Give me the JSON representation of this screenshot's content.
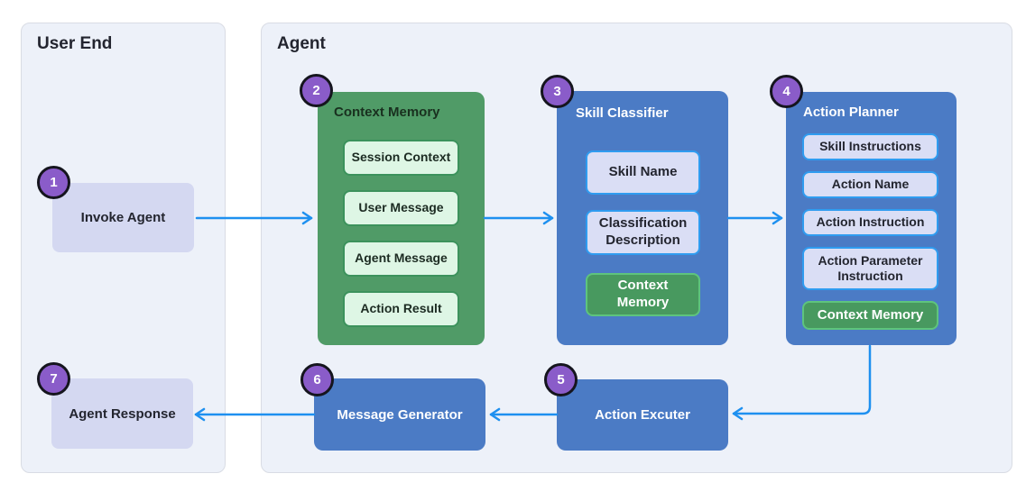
{
  "colors": {
    "page_bg": "#ffffff",
    "panel_bg": "#edf1f9",
    "panel_border": "#d9dce4",
    "lavender_box": "#d4d8f1",
    "green_container": "#509b67",
    "green_item_bg": "#def6e5",
    "green_item_border": "#3c925c",
    "blue_container": "#4b7bc5",
    "blue_item_bg": "#dadef5",
    "blue_item_border": "#2f9cf0",
    "green_button_bg": "#48995f",
    "green_button_border": "#5ec47d",
    "badge_bg": "#8a5cc9",
    "badge_border": "#15151e",
    "arrow": "#1e90f0",
    "dark_text": "#23252f",
    "white_text": "#ffffff"
  },
  "panels": {
    "user_end": {
      "title": "User End"
    },
    "agent": {
      "title": "Agent"
    }
  },
  "nodes": {
    "invoke_agent": {
      "badge": "1",
      "label": "Invoke Agent"
    },
    "context_memory": {
      "badge": "2",
      "title": "Context Memory",
      "items": [
        "Session Context",
        "User Message",
        "Agent Message",
        "Action Result"
      ]
    },
    "skill_classifier": {
      "badge": "3",
      "title": "Skill Classifier",
      "items": [
        "Skill Name",
        "Classification Description"
      ],
      "context_memory_label": "Context Memory"
    },
    "action_planner": {
      "badge": "4",
      "title": "Action Planner",
      "items": [
        "Skill Instructions",
        "Action Name",
        "Action Instruction",
        "Action Parameter Instruction"
      ],
      "context_memory_label": "Context Memory"
    },
    "action_excuter": {
      "badge": "5",
      "label": "Action Excuter"
    },
    "message_generator": {
      "badge": "6",
      "label": "Message Generator"
    },
    "agent_response": {
      "badge": "7",
      "label": "Agent Response"
    }
  }
}
